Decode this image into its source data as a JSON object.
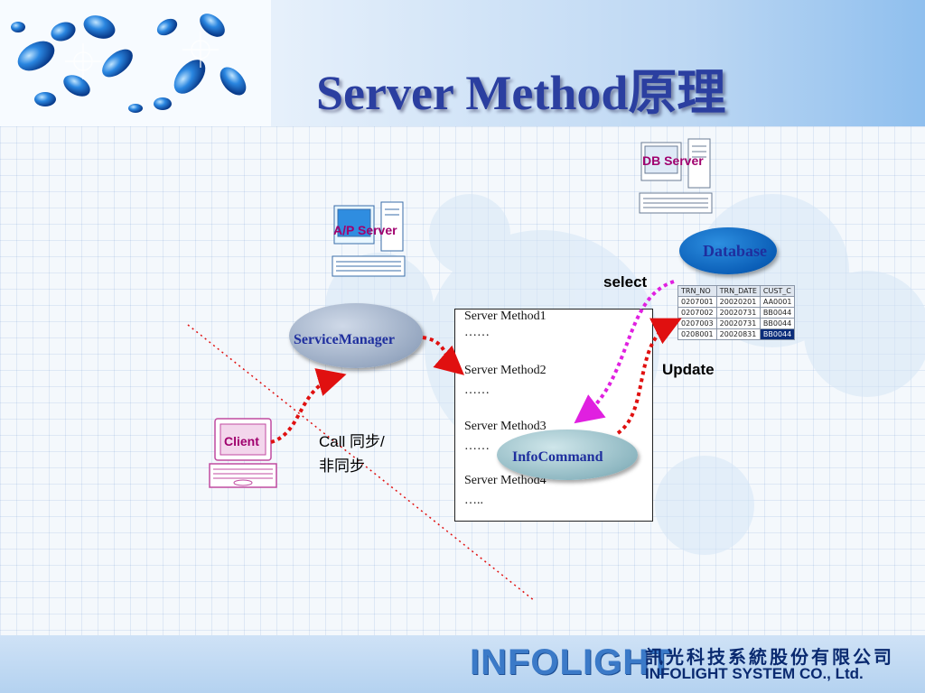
{
  "slide": {
    "title": "Server Method原理",
    "labels": {
      "db_server": "DB Server",
      "ap_server": "A/P Server",
      "client": "Client",
      "database": "Database",
      "service_manager": "ServiceManager",
      "info_command": "InfoCommand",
      "select": "select",
      "update": "Update",
      "call_line1": "Call 同步/",
      "call_line2": "非同步"
    },
    "methods": [
      {
        "name": "Server Method1",
        "dots": "……"
      },
      {
        "name": "Server Method2",
        "dots": "……"
      },
      {
        "name": "Server Method3",
        "dots": "……"
      },
      {
        "name": "Server Method4",
        "dots": "….."
      }
    ],
    "table": {
      "columns": [
        "TRN_NO",
        "TRN_DATE",
        "CUST_C"
      ],
      "rows": [
        [
          "0207001",
          "20020201",
          "AA0001"
        ],
        [
          "0207002",
          "20020731",
          "BB0044"
        ],
        [
          "0207003",
          "20020731",
          "BB0044"
        ],
        [
          "0208001",
          "20020831",
          "BB0044"
        ]
      ]
    },
    "footer": {
      "brand": "INFOLIGHT",
      "company_zh": "訊光科技系統股份有限公司",
      "company_en": "INFOLIGHT SYSTEM CO., Ltd."
    },
    "colors": {
      "title": "#2b3fa0",
      "label_magenta": "#a0006e",
      "arrow_red": "#e01010",
      "arrow_magenta": "#e020e0",
      "brand_blue": "#3b7ac8"
    }
  }
}
